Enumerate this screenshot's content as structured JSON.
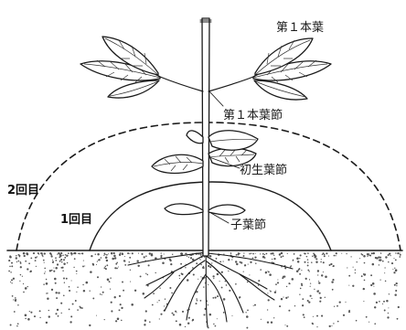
{
  "labels": {
    "first_true_leaf": "第１本葉",
    "first_true_leaf_node": "第１本葉節",
    "primary_leaf_node": "初生葉節",
    "cotyledon_node": "子葉節",
    "second_time": "2回目",
    "first_time": "1回目"
  },
  "colors": {
    "ink": "#1a1a1a",
    "background": "#ffffff",
    "soil_dots": "#555555"
  },
  "icons": {
    "plant": "soybean-seedling-illustration"
  }
}
